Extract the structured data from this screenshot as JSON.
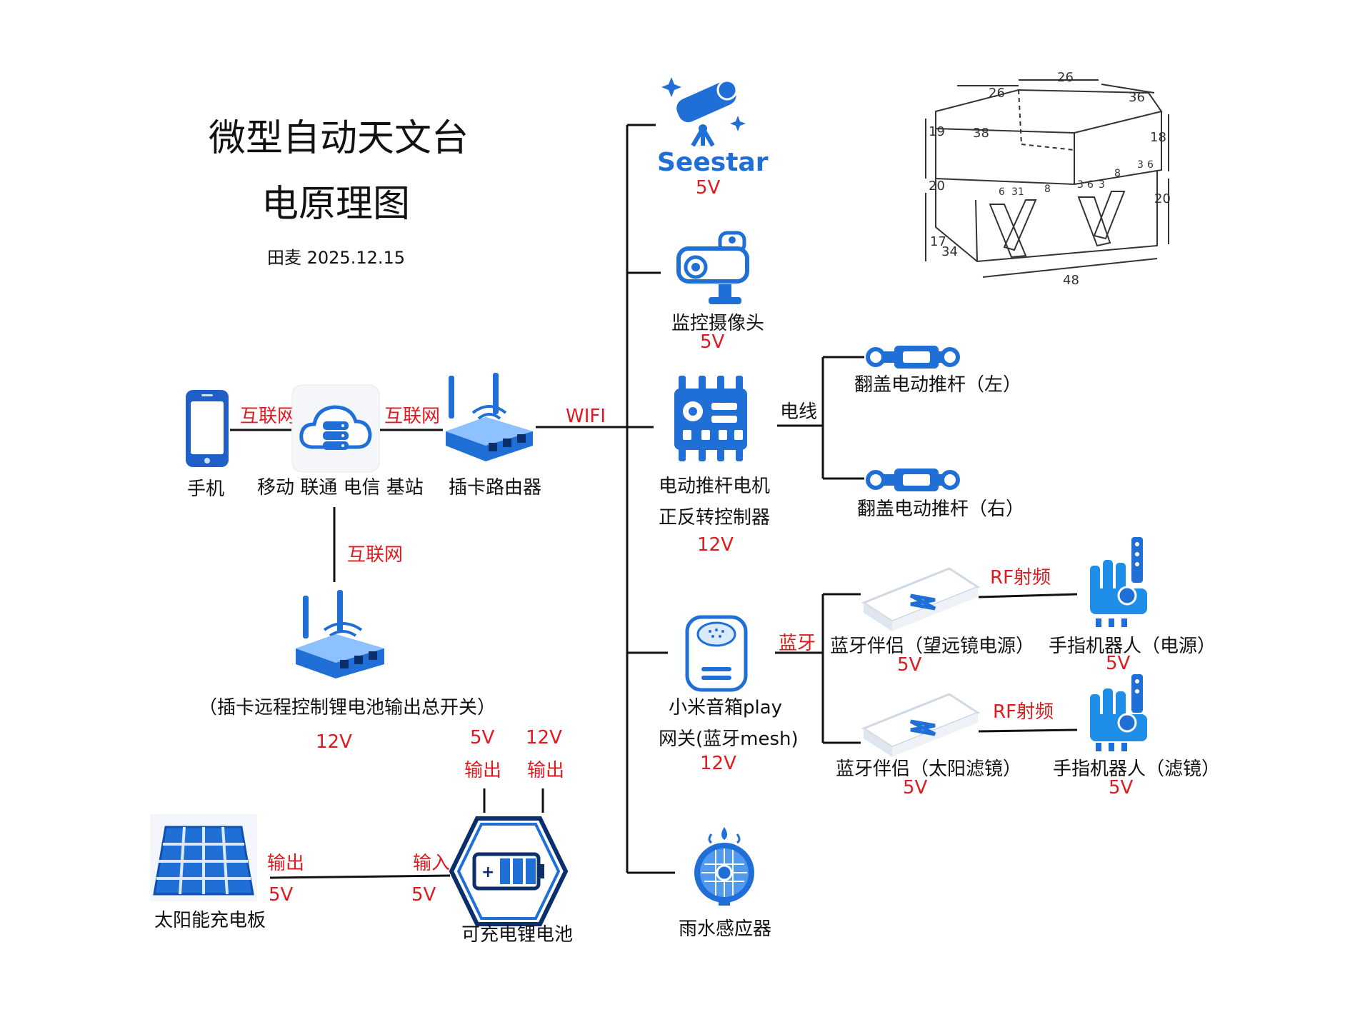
{
  "header": {
    "title_line1": "微型自动天文台",
    "title_line2": "电原理图",
    "author_date": "田麦 2025.12.15"
  },
  "left": {
    "phone": "手机",
    "base_station": "移动 联通 电信 基站",
    "router": "插卡路由器",
    "internet_1": "互联网",
    "internet_2": "互联网",
    "internet_3": "互联网",
    "remote_switch": "（插卡远程控制锂电池输出总开关）",
    "remote_switch_voltage": "12V",
    "wifi": "WIFI"
  },
  "power": {
    "solar_panel": "太阳能充电板",
    "battery": "可充电锂电池",
    "solar_out": "输出",
    "solar_out_v": "5V",
    "battery_in": "输入",
    "battery_in_v": "5V",
    "out1_v": "5V",
    "out1": "输出",
    "out2_v": "12V",
    "out2": "输出"
  },
  "devices": {
    "seestar_logo": "Seestar",
    "seestar_v": "5V",
    "camera": "监控摄像头",
    "camera_v": "5V",
    "controller_l1": "电动推杆电机",
    "controller_l2": "正反转控制器",
    "controller_v": "12V",
    "wire": "电线",
    "actuator_left": "翻盖电动推杆（左）",
    "actuator_right": "翻盖电动推杆（右）",
    "speaker_l1": "小米音箱play",
    "speaker_l2": "网关(蓝牙mesh)",
    "speaker_v": "12V",
    "bluetooth": "蓝牙",
    "bt_companion_1": "蓝牙伴侣（望远镜电源）",
    "bt_companion_1_v": "5V",
    "bt_companion_2": "蓝牙伴侣（太阳滤镜）",
    "bt_companion_2_v": "5V",
    "rf_1": "RF射频",
    "rf_2": "RF射频",
    "finger_1": "手指机器人（电源）",
    "finger_1_v": "5V",
    "finger_2": "手指机器人（滤镜）",
    "finger_2_v": "5V",
    "rain_sensor": "雨水感应器"
  },
  "sketch": {
    "dims": [
      "26",
      "26",
      "36",
      "19",
      "38",
      "18",
      "20",
      "6",
      "31",
      "8",
      "3",
      "6",
      "3",
      "8",
      "3",
      "6",
      "20",
      "17",
      "34",
      "48"
    ]
  },
  "colors": {
    "icon_blue": "#1f6fd6",
    "label_red": "#e0191f",
    "line": "#111111"
  }
}
